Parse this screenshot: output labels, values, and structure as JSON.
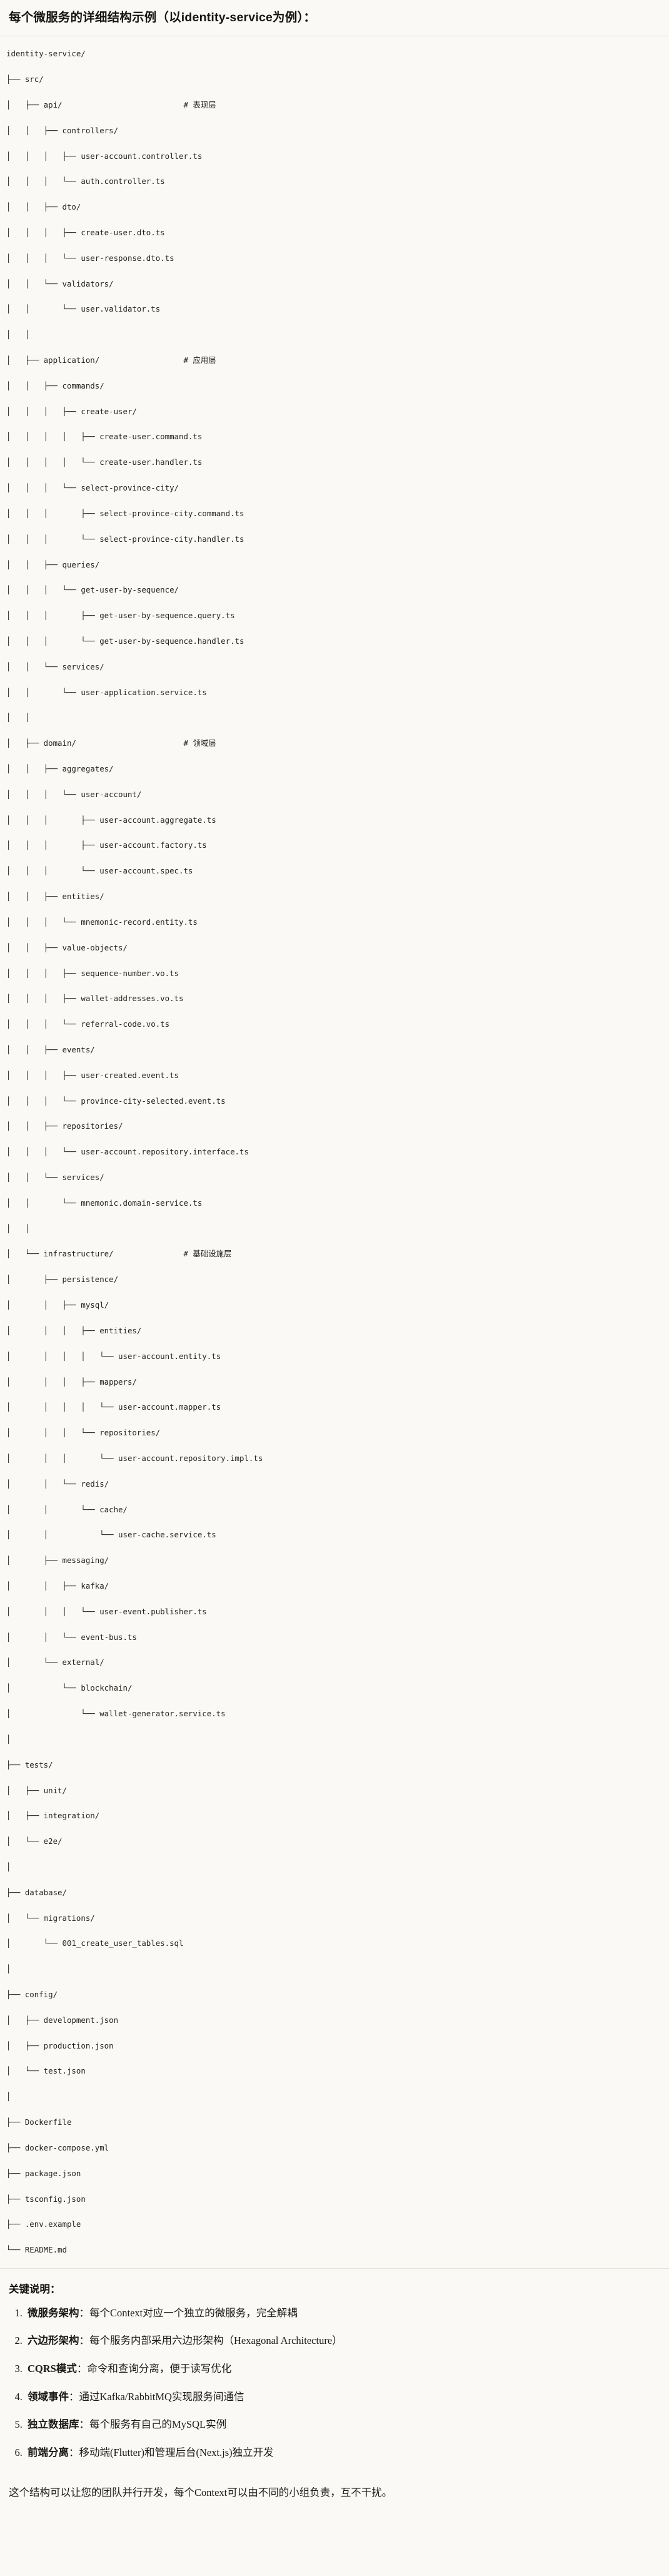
{
  "document": {
    "title": "每个微服务的详细结构示例（以identity-service为例）：",
    "closing_note": "这个结构可以让您的团队并行开发，每个Context可以由不同的小组负责，互不干扰。"
  },
  "tree": {
    "root_label": "identity-service/",
    "lines": [
      "identity-service/",
      "├── src/",
      "│   ├── api/                          # 表现层",
      "│   │   ├── controllers/",
      "│   │   │   ├── user-account.controller.ts",
      "│   │   │   └── auth.controller.ts",
      "│   │   ├── dto/",
      "│   │   │   ├── create-user.dto.ts",
      "│   │   │   └── user-response.dto.ts",
      "│   │   └── validators/",
      "│   │       └── user.validator.ts",
      "│   │",
      "│   ├── application/                  # 应用层",
      "│   │   ├── commands/",
      "│   │   │   ├── create-user/",
      "│   │   │   │   ├── create-user.command.ts",
      "│   │   │   │   └── create-user.handler.ts",
      "│   │   │   └── select-province-city/",
      "│   │   │       ├── select-province-city.command.ts",
      "│   │   │       └── select-province-city.handler.ts",
      "│   │   ├── queries/",
      "│   │   │   └── get-user-by-sequence/",
      "│   │   │       ├── get-user-by-sequence.query.ts",
      "│   │   │       └── get-user-by-sequence.handler.ts",
      "│   │   └── services/",
      "│   │       └── user-application.service.ts",
      "│   │",
      "│   ├── domain/                       # 领域层",
      "│   │   ├── aggregates/",
      "│   │   │   └── user-account/",
      "│   │   │       ├── user-account.aggregate.ts",
      "│   │   │       ├── user-account.factory.ts",
      "│   │   │       └── user-account.spec.ts",
      "│   │   ├── entities/",
      "│   │   │   └── mnemonic-record.entity.ts",
      "│   │   ├── value-objects/",
      "│   │   │   ├── sequence-number.vo.ts",
      "│   │   │   ├── wallet-addresses.vo.ts",
      "│   │   │   └── referral-code.vo.ts",
      "│   │   ├── events/",
      "│   │   │   ├── user-created.event.ts",
      "│   │   │   └── province-city-selected.event.ts",
      "│   │   ├── repositories/",
      "│   │   │   └── user-account.repository.interface.ts",
      "│   │   └── services/",
      "│   │       └── mnemonic.domain-service.ts",
      "│   │",
      "│   └── infrastructure/               # 基础设施层",
      "│       ├── persistence/",
      "│       │   ├── mysql/",
      "│       │   │   ├── entities/",
      "│       │   │   │   └── user-account.entity.ts",
      "│       │   │   ├── mappers/",
      "│       │   │   │   └── user-account.mapper.ts",
      "│       │   │   └── repositories/",
      "│       │   │       └── user-account.repository.impl.ts",
      "│       │   └── redis/",
      "│       │       └── cache/",
      "│       │           └── user-cache.service.ts",
      "│       ├── messaging/",
      "│       │   ├── kafka/",
      "│       │   │   └── user-event.publisher.ts",
      "│       │   └── event-bus.ts",
      "│       └── external/",
      "│           └── blockchain/",
      "│               └── wallet-generator.service.ts",
      "│",
      "├── tests/",
      "│   ├── unit/",
      "│   ├── integration/",
      "│   └── e2e/",
      "│",
      "├── database/",
      "│   └── migrations/",
      "│       └── 001_create_user_tables.sql",
      "│",
      "├── config/",
      "│   ├── development.json",
      "│   ├── production.json",
      "│   └── test.json",
      "│",
      "├── Dockerfile",
      "├── docker-compose.yml",
      "├── package.json",
      "├── tsconfig.json",
      "├── .env.example",
      "└── README.md"
    ],
    "layer_comments": [
      "# 表现层",
      "# 应用层",
      "# 领域层",
      "# 基础设施层"
    ]
  },
  "notes": {
    "heading": "关键说明：",
    "items": [
      {
        "term": "微服务架构",
        "sep": "：",
        "desc": "每个Context对应一个独立的微服务，完全解耦"
      },
      {
        "term": "六边形架构",
        "sep": "：",
        "desc": "每个服务内部采用六边形架构（Hexagonal Architecture）"
      },
      {
        "term": "CQRS模式",
        "sep": "：",
        "desc": "命令和查询分离，便于读写优化"
      },
      {
        "term": "领域事件",
        "sep": "：",
        "desc": "通过Kafka/RabbitMQ实现服务间通信"
      },
      {
        "term": "独立数据库",
        "sep": "：",
        "desc": "每个服务有自己的MySQL实例"
      },
      {
        "term": "前端分离",
        "sep": "：",
        "desc": "移动端(Flutter)和管理后台(Next.js)独立开发"
      }
    ]
  }
}
